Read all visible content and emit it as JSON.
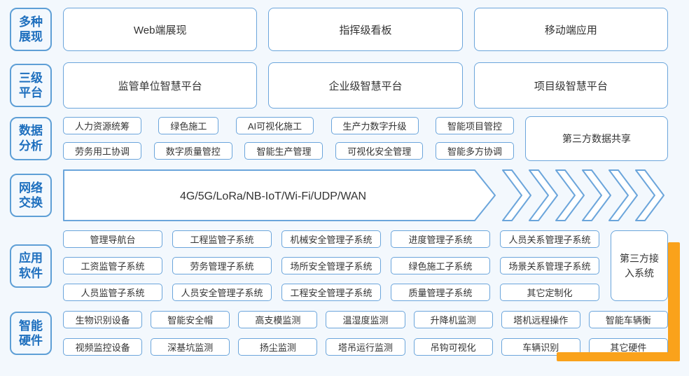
{
  "colors": {
    "background": "#f3f8fd",
    "box_border": "#6ba5db",
    "label_text": "#1e6fbe",
    "box_text": "#333333",
    "highlight": "#faa21b"
  },
  "bands": {
    "display": {
      "label": "多种展现",
      "items": [
        "Web端展现",
        "指挥级看板",
        "移动端应用"
      ]
    },
    "platform": {
      "label": "三级平台",
      "items": [
        "监管单位智慧平台",
        "企业级智慧平台",
        "项目级智慧平台"
      ]
    },
    "analysis": {
      "label": "数据分析",
      "row1": [
        "人力资源统筹",
        "绿色施工",
        "AI可视化施工",
        "生产力数字升级",
        "智能项目管控"
      ],
      "row2": [
        "劳务用工协调",
        "数字质量管控",
        "智能生产管理",
        "可视化安全管理",
        "智能多方协调"
      ],
      "side": "第三方数据共享"
    },
    "network": {
      "label": "网络交换",
      "arrow_text": "4G/5G/LoRa/NB-IoT/Wi-Fi/UDP/WAN"
    },
    "software": {
      "label": "应用软件",
      "row1": [
        "管理导航台",
        "工程监管子系统",
        "机械安全管理子系统",
        "进度管理子系统",
        "人员关系管理子系统"
      ],
      "row2": [
        "工资监管子系统",
        "劳务管理子系统",
        "场所安全管理子系统",
        "绿色施工子系统",
        "场景关系管理子系统"
      ],
      "row3": [
        "人员监管子系统",
        "人员安全管理子系统",
        "工程安全管理子系统",
        "质量管理子系统",
        "其它定制化"
      ],
      "side": "第三方接入系统"
    },
    "hardware": {
      "label": "智能硬件",
      "row1": [
        "生物识别设备",
        "智能安全帽",
        "高支模监测",
        "温湿度监测",
        "升降机监测",
        "塔机远程操作",
        "智能车辆衡"
      ],
      "row2": [
        "视频监控设备",
        "深基坑监测",
        "扬尘监测",
        "塔吊运行监测",
        "吊钩可视化",
        "车辆识别",
        "其它硬件"
      ]
    }
  }
}
